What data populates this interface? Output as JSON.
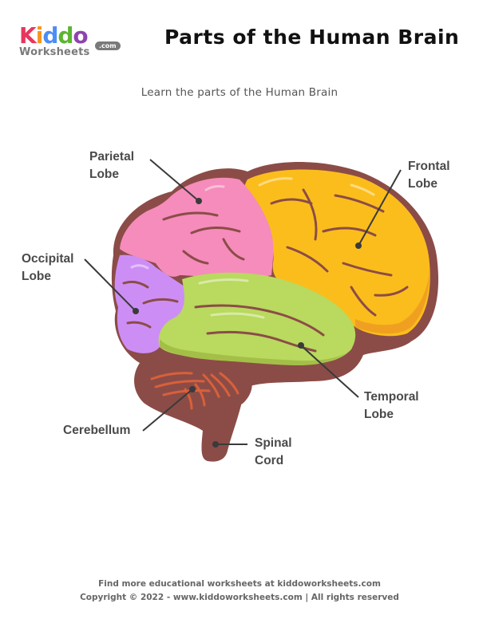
{
  "logo": {
    "letters": [
      {
        "ch": "K",
        "color": "#e8365d"
      },
      {
        "ch": "i",
        "color": "#f7941d"
      },
      {
        "ch": "d",
        "color": "#4c8df6"
      },
      {
        "ch": "d",
        "color": "#5cb531"
      },
      {
        "ch": "o",
        "color": "#8e44ad"
      }
    ],
    "subtitle": "Worksheets",
    "badge": ".com"
  },
  "header": {
    "title": "Parts of the Human Brain",
    "subtitle": "Learn the parts of the Human Brain"
  },
  "diagram": {
    "colors": {
      "outline": "#8b4c47",
      "parietal": "#f58cbb",
      "frontal": "#fbbd1c",
      "frontal_shade": "#f0a020",
      "occipital": "#cc8ef5",
      "temporal": "#b9d95f",
      "temporal_shade": "#a4bf48",
      "cerebellum": "#8b4c47",
      "cerebellum_stripes": "#d8603a",
      "leader": "#3a3a3a"
    },
    "labels": {
      "parietal": [
        "Parietal",
        "Lobe"
      ],
      "frontal": [
        "Frontal",
        "Lobe"
      ],
      "occipital": [
        "Occipital",
        "Lobe"
      ],
      "temporal": [
        "Temporal",
        "Lobe"
      ],
      "cerebellum": [
        "Cerebellum"
      ],
      "spinal": [
        "Spinal",
        "Cord"
      ]
    }
  },
  "footer": {
    "line1": "Find more educational worksheets at kiddoworksheets.com",
    "line2": "Copyright © 2022 - www.kiddoworksheets.com  |  All rights reserved"
  }
}
